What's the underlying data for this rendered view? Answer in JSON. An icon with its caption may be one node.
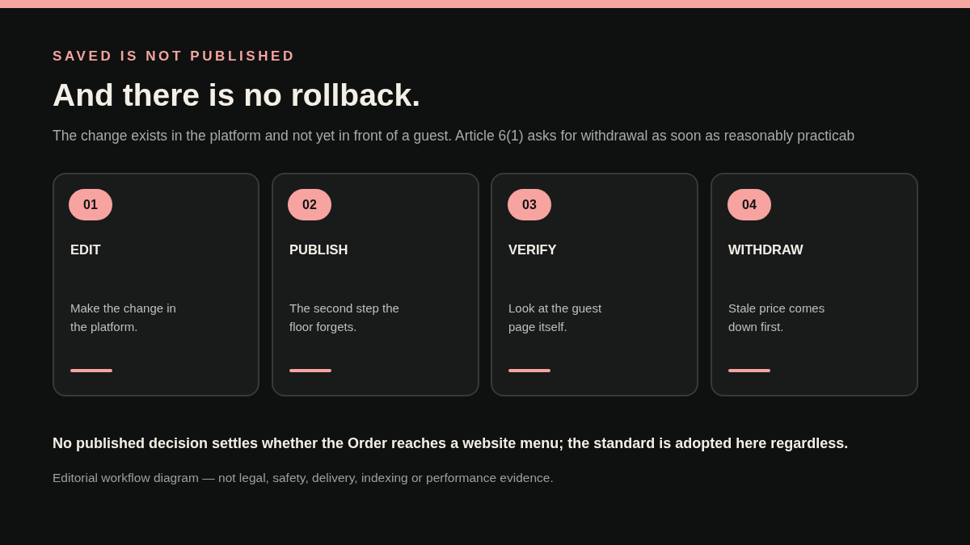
{
  "diagram": {
    "title": "And there is no rollback.",
    "caption": "Editorial workflow diagram — not legal, safety, delivery, indexing or performance evidence.",
    "nodes": [
      {
        "text": [
          "EDIT",
          "Make the change in the platform."
        ]
      },
      {
        "text": [
          "01"
        ],
        "in": 0
      },
      {
        "text": [
          "PUBLISH",
          "The second step the floor forgets."
        ]
      },
      {
        "text": [
          "02"
        ],
        "in": 2
      },
      {
        "text": [
          "VERIFY",
          "Look at the guest page itself."
        ]
      },
      {
        "text": [
          "03"
        ],
        "in": 4
      },
      {
        "text": [
          "WITHDRAW",
          "Stale price comes down first."
        ]
      },
      {
        "text": [
          "04"
        ],
        "in": 6
      }
    ],
    "edges": [],
    "labels": [
      "SAVED IS NOT PUBLISHED",
      "The change exists in the platform and not yet in front of a guest. Article 6(1) asks for withdrawal as soon as reasonably practicab",
      "No published decision settles whether the Order reaches a website menu; the standard is adopted here regardless."
    ]
  }
}
